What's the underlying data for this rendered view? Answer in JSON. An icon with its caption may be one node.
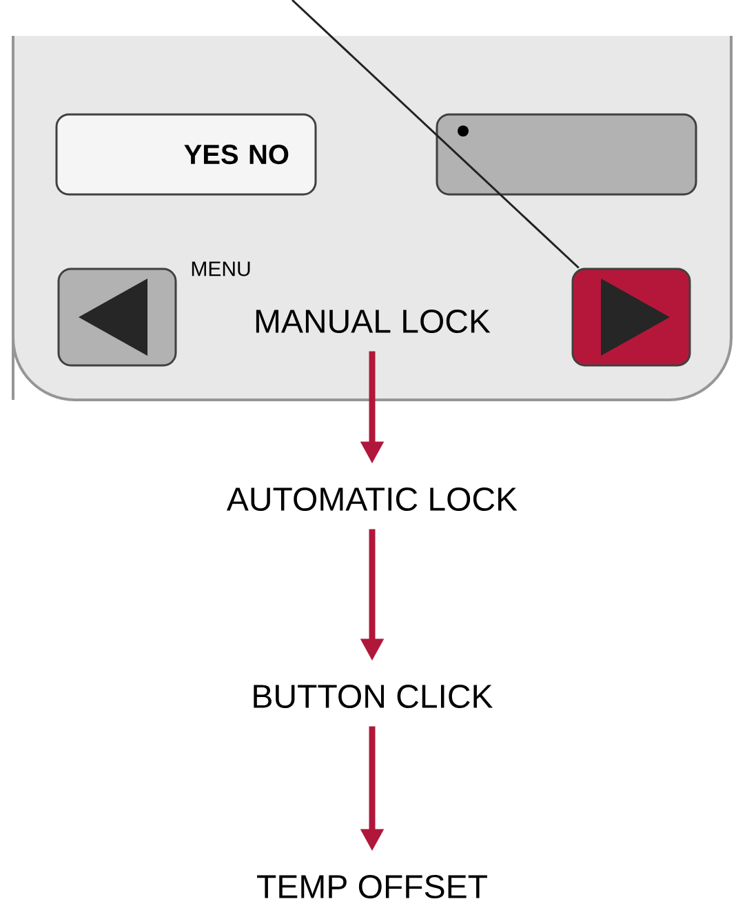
{
  "diagram": {
    "nodes": [
      {
        "text": [],
        "shape": "box"
      },
      {
        "text": [
          "YES NO"
        ],
        "in": 0
      },
      {
        "text": [],
        "shape": "box",
        "in": 0
      },
      {
        "text": [],
        "shape": "box",
        "in": 0
      },
      {
        "text": [
          "MANUAL LOCK"
        ],
        "in": 0
      },
      {
        "text": [],
        "shape": "box",
        "in": 0
      },
      {
        "text": [
          "AUTOMATIC LOCK"
        ]
      },
      {
        "text": [
          "BUTTON CLICK"
        ]
      },
      {
        "text": [
          "TEMP OFFSET"
        ]
      }
    ],
    "edges": [
      {
        "from": null,
        "to": 5,
        "arrow": "none",
        "color": "#222222"
      },
      {
        "from": 4,
        "to": 6,
        "arrow": "to"
      },
      {
        "from": 6,
        "to": 7,
        "arrow": "to"
      },
      {
        "from": 7,
        "to": 8,
        "arrow": "to"
      }
    ],
    "labels": [
      "MENU"
    ]
  }
}
